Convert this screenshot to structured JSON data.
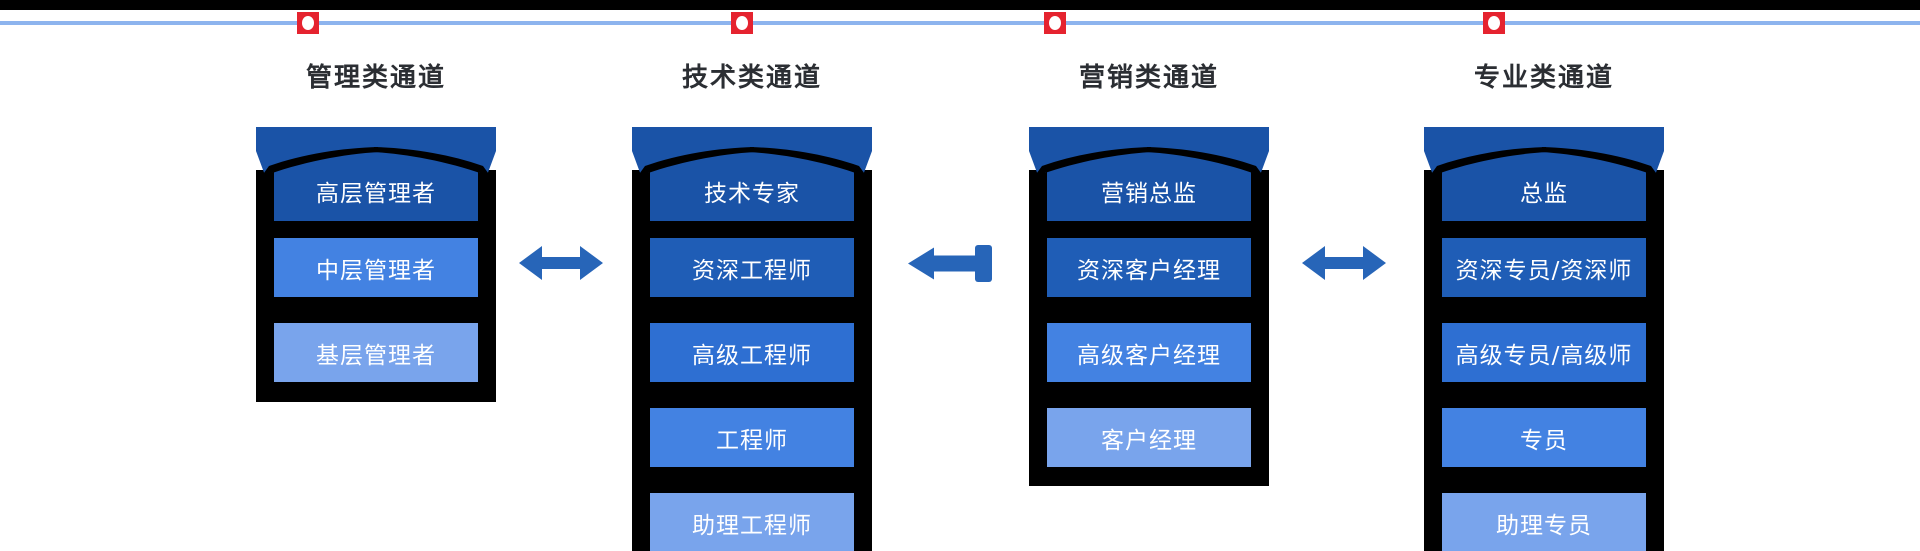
{
  "palette": {
    "header_blue": "#1a53a7",
    "dark_blue": "#1f5db6",
    "mid_blue": "#2e6fd2",
    "base_blue": "#4382e2",
    "light_blue": "#79a4ec",
    "arrow_blue": "#2765b8",
    "timeline_blue": "#8db4ee",
    "marker_red": "#e5232f",
    "frame_black": "#000000",
    "title_text": "#2b2e33",
    "bar_text": "#ffffff"
  },
  "timeline": {
    "marker_count": 4
  },
  "channels": [
    {
      "title": "管理类通道",
      "top_role": "高层管理者",
      "roles": [
        {
          "label": "中层管理者",
          "shade": "base_blue"
        },
        {
          "label": "基层管理者",
          "shade": "light_blue"
        }
      ]
    },
    {
      "title": "技术类通道",
      "top_role": "技术专家",
      "roles": [
        {
          "label": "资深工程师",
          "shade": "dark_blue"
        },
        {
          "label": "高级工程师",
          "shade": "mid_blue"
        },
        {
          "label": "工程师",
          "shade": "base_blue"
        },
        {
          "label": "助理工程师",
          "shade": "light_blue"
        }
      ]
    },
    {
      "title": "营销类通道",
      "top_role": "营销总监",
      "roles": [
        {
          "label": "资深客户经理",
          "shade": "dark_blue"
        },
        {
          "label": "高级客户经理",
          "shade": "base_blue"
        },
        {
          "label": "客户经理",
          "shade": "light_blue"
        }
      ]
    },
    {
      "title": "专业类通道",
      "top_role": "总监",
      "roles": [
        {
          "label": "资深专员/资深师",
          "shade": "dark_blue"
        },
        {
          "label": "高级专员/高级师",
          "shade": "mid_blue"
        },
        {
          "label": "专员",
          "shade": "base_blue"
        },
        {
          "label": "助理专员",
          "shade": "light_blue"
        }
      ]
    }
  ],
  "arrows": [
    {
      "direction": "both"
    },
    {
      "direction": "left"
    },
    {
      "direction": "both"
    }
  ]
}
